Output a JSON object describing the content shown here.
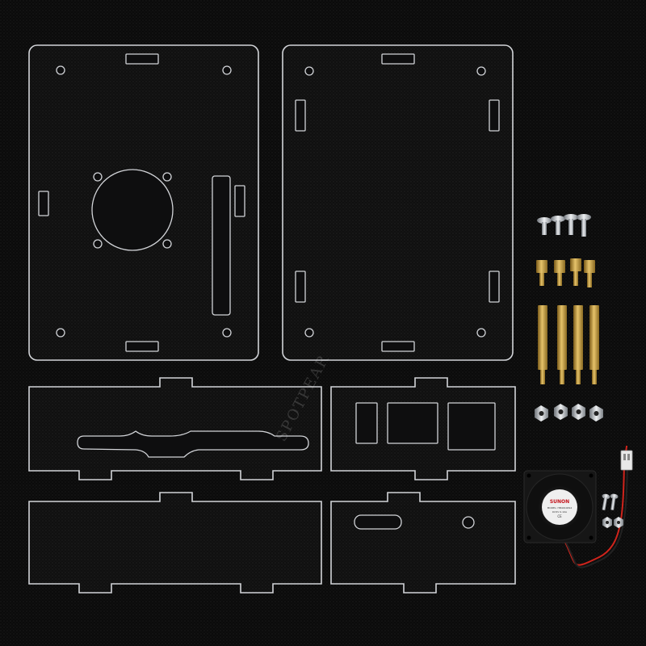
{
  "colors": {
    "background": "#0b0b0b",
    "acrylic_edge": "#d2d4d8",
    "brass": "#c9a346",
    "steel": "#b9bec4",
    "wire_red": "#d0241c",
    "fan_body": "#161616"
  },
  "watermark": {
    "text": "SPOTPEAR"
  },
  "fan": {
    "brand": "SUNON",
    "label_line1": "MODEL: HB40100S2",
    "label_line2": "DC5V  0.10A",
    "label_line3": "CE"
  },
  "hardware": {
    "screws": 4,
    "short_standoffs": 4,
    "long_standoffs": 4,
    "nuts": 4,
    "fan_screws": 2,
    "fan_nuts": 2
  }
}
